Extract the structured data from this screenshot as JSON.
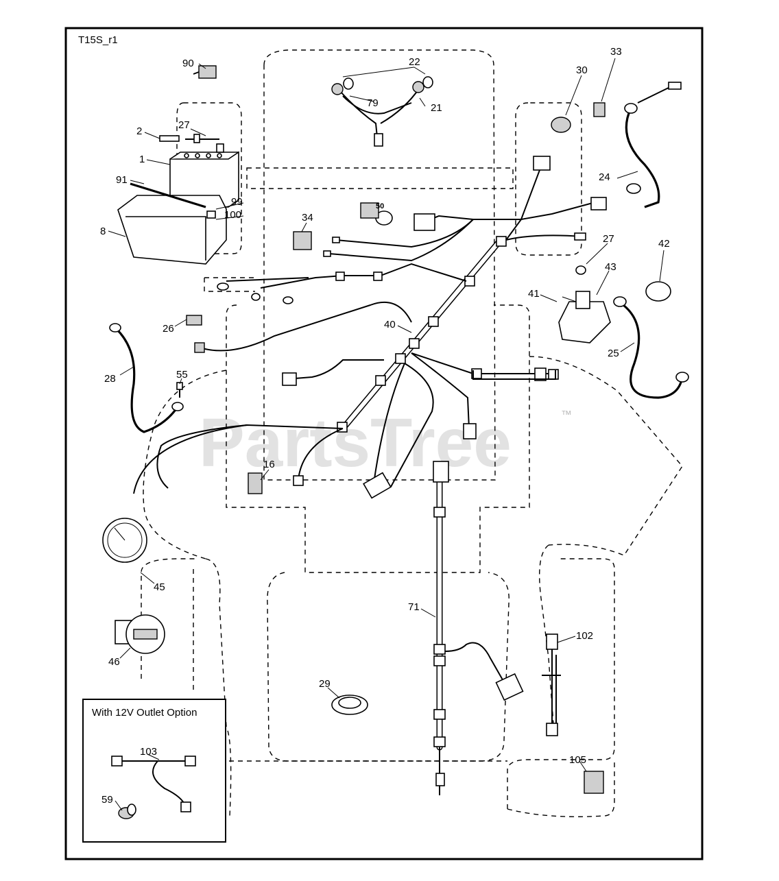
{
  "diagram_id": "T15S_r1",
  "watermark": {
    "text": "PartsTree",
    "trademark": "™"
  },
  "inset": {
    "title": "With 12V Outlet Option"
  },
  "callouts": [
    "90",
    "2",
    "27",
    "1",
    "91",
    "99",
    "100",
    "8",
    "22",
    "79",
    "21",
    "34",
    "50",
    "30",
    "33",
    "24",
    "27",
    "42",
    "41",
    "43",
    "25",
    "26",
    "40",
    "28",
    "55",
    "16",
    "45",
    "46",
    "71",
    "29",
    "102",
    "105",
    "103",
    "59"
  ]
}
